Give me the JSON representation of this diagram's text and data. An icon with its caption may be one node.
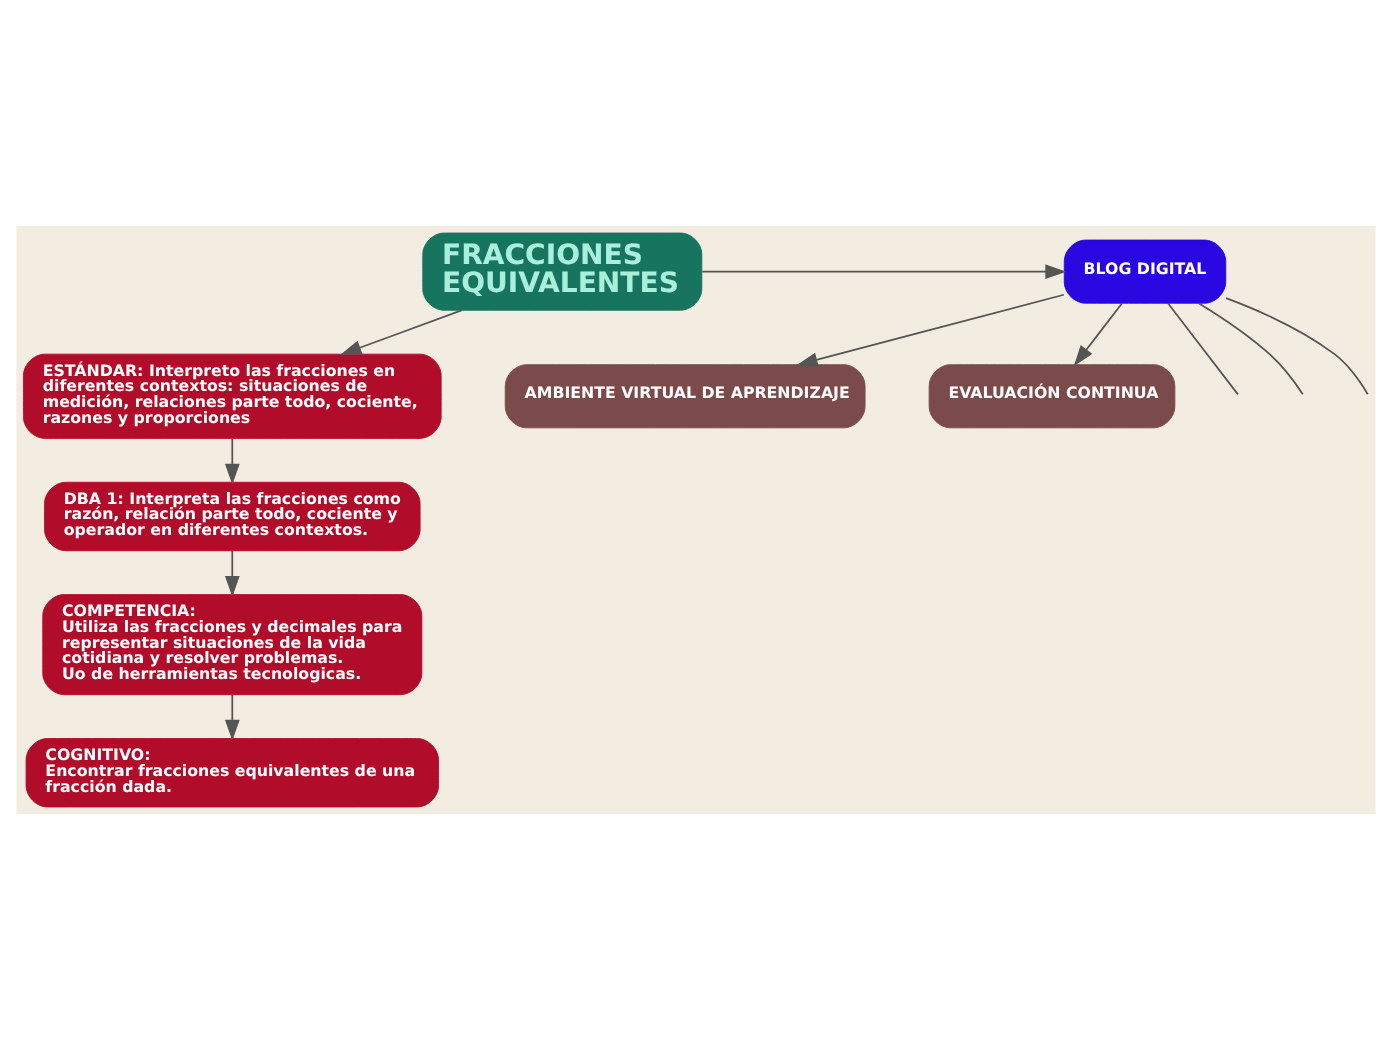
{
  "diagram": {
    "nodes": [
      {
        "text": [
          "FRACCIONES EQUIVALENTES"
        ]
      },
      {
        "text": [
          "ESTÁNDAR: Interpreto las fracciones en diferentes contextos: situaciones de medición, relaciones parte todo, cociente, razones y proporciones"
        ]
      },
      {
        "text": [
          "DBA 1: Interpreta las fracciones como razón, relación parte todo, cociente y operador en diferentes contextos."
        ]
      },
      {
        "text": [
          "COMPETENCIA:",
          "Utiliza las fracciones y decimales para representar situaciones de la vida cotidiana y resolver problemas.",
          "Uo de herramientas tecnologicas."
        ]
      },
      {
        "text": [
          "COGNITIVO:",
          "Encontrar fracciones equivalentes de una fracción dada."
        ]
      },
      {
        "text": [
          "AMBIENTE VIRTUAL DE APRENDIZAJE"
        ]
      },
      {
        "text": [
          "BLOG DIGITAL"
        ]
      },
      {
        "text": [
          "EVALUACIÓN CONTINUA"
        ]
      }
    ],
    "edges": [
      {
        "from": 0,
        "to": 1,
        "arrow": "to"
      },
      {
        "from": 1,
        "to": 2,
        "arrow": "to"
      },
      {
        "from": 2,
        "to": 3,
        "arrow": "to"
      },
      {
        "from": 3,
        "to": 4,
        "arrow": "to"
      },
      {
        "from": 0,
        "to": 6,
        "arrow": "to"
      },
      {
        "from": 6,
        "to": 5,
        "arrow": "to"
      },
      {
        "from": 6,
        "to": 7,
        "arrow": "to"
      },
      {
        "from": 6,
        "to": null,
        "arrow": "none"
      },
      {
        "from": 6,
        "to": null,
        "arrow": "none"
      },
      {
        "from": 6,
        "to": null,
        "arrow": "none"
      }
    ]
  }
}
